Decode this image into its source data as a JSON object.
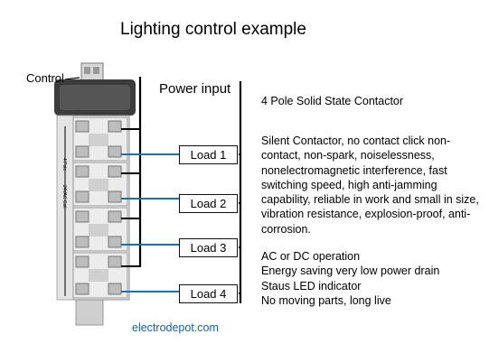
{
  "title": "Lighting control example",
  "control_label": "Control",
  "power_input_label": "Power input",
  "description": {
    "heading": "4 Pole Solid State Contactor",
    "paragraph": "Silent Contactor, no contact click  non-contact, non-spark, noiselessness, nonelectromagnetic interference, fast switching speed, high anti-jamming capability, reliable in work and small in size, vibration resistance, explosion-proof, anti-corrosion.",
    "features": [
      "AC or DC operation",
      "Energy saving very low power drain",
      "Staus LED indicator",
      "No moving parts, long live"
    ]
  },
  "loads": [
    "Load 1",
    "Load 2",
    "Load 3",
    "Load 4"
  ],
  "device_side_text": [
    "4 Pole",
    "24VAC Coil"
  ],
  "website": "electrodepot.com",
  "colors": {
    "load_wire": "#1f6fa8",
    "website": "#1c5f9a",
    "wire": "#000000"
  }
}
